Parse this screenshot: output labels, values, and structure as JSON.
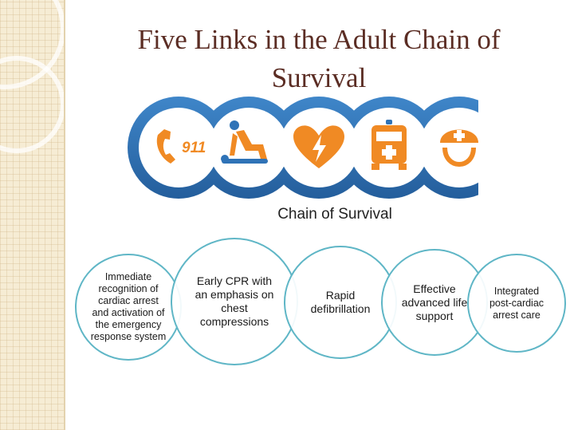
{
  "title": "Five Links in the Adult Chain of Survival",
  "chain": {
    "caption": "Chain of Survival",
    "emergency_number": "911",
    "colors": {
      "ring_fill": "#2f73b7",
      "icon_orange": "#f08a24",
      "link_border": "#5fb6c6",
      "title": "#5b2d24"
    },
    "icons": [
      {
        "name": "phone-911-icon"
      },
      {
        "name": "cpr-rescuer-icon"
      },
      {
        "name": "heart-defibrillation-icon"
      },
      {
        "name": "ambulance-icon"
      },
      {
        "name": "nurse-icon"
      }
    ]
  },
  "links": [
    {
      "label": "Immediate recognition of cardiac arrest and activation of the emergency response system"
    },
    {
      "label": "Early CPR with an emphasis on chest compressions"
    },
    {
      "label": "Rapid defibrillation"
    },
    {
      "label": "Effective advanced life support"
    },
    {
      "label": "Integrated post-cardiac arrest care"
    }
  ]
}
